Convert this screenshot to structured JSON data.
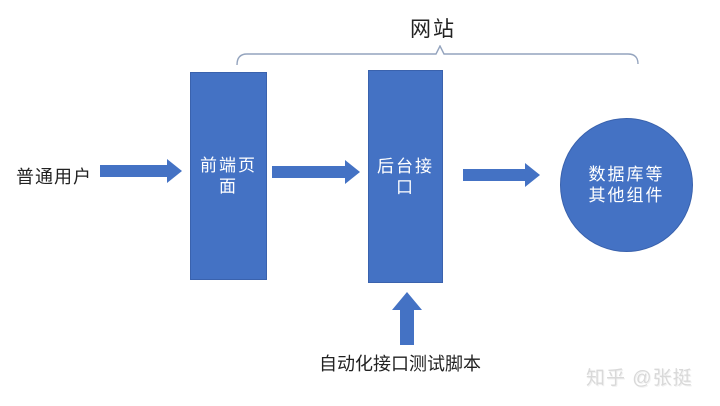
{
  "colors": {
    "shape_fill": "#4472c4",
    "shape_border": "#3a62ad",
    "shape_text": "#ffffff",
    "bracket_stroke": "#94a4be",
    "label_text": "#222222",
    "watermark_text": "#d9d9d9",
    "background": "#ffffff"
  },
  "diagram": {
    "bracket_label": "网站",
    "actor_label": "普通用户",
    "nodes": {
      "frontend": {
        "line1": "前端页",
        "line2": "面"
      },
      "backend": {
        "line1": "后台接",
        "line2": "口"
      },
      "database": {
        "line1": "数据库等",
        "line2": "其他组件"
      }
    },
    "tester_label": "自动化接口测试脚本",
    "watermark": "知乎 @张挺"
  }
}
